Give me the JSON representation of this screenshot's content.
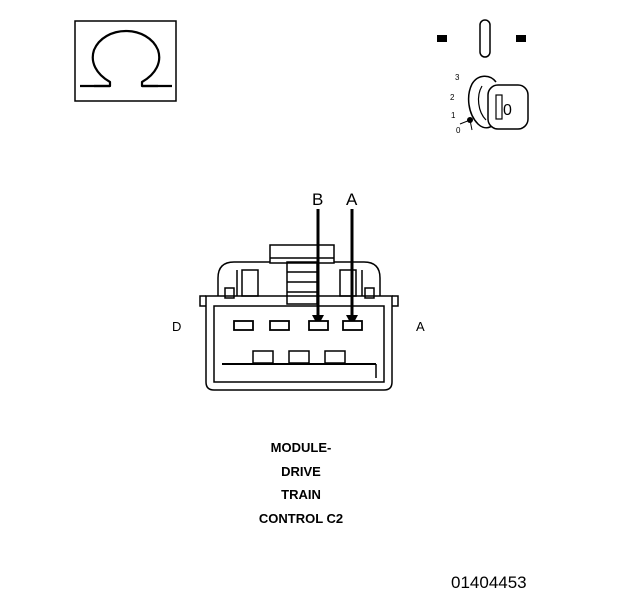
{
  "ohm_symbol": "Ω",
  "ignition": {
    "positions": [
      "3",
      "2",
      "1",
      "0"
    ],
    "key_label": "0"
  },
  "callouts": {
    "left_pin": "B",
    "right_pin": "A"
  },
  "sides": {
    "left": "D",
    "right": "A"
  },
  "caption_lines": [
    "MODULE-",
    "DRIVE",
    "TRAIN",
    "CONTROL C2"
  ],
  "document_id": "01404453",
  "icons": [
    "ohmmeter-icon",
    "ignition-key-icon",
    "connector-face"
  ]
}
